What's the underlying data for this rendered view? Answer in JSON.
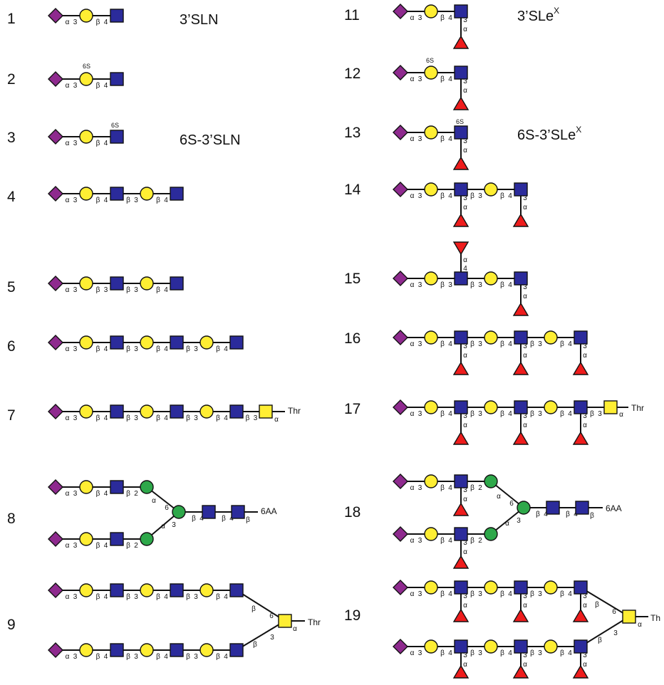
{
  "colors": {
    "NeuAc": "#8e2a8e",
    "Gal": "#ffee33",
    "GlcNAc": "#2b2b9b",
    "Man": "#2ea84a",
    "Fuc": "#ee1c1c",
    "GalNAc": "#ffee33"
  },
  "icons": {
    "NeuAc": "purple-diamond-icon",
    "Gal": "yellow-circle-icon",
    "GlcNAc": "blue-square-icon",
    "Man": "green-circle-icon",
    "Fuc": "red-triangle-icon",
    "GalNAc": "yellow-square-icon"
  },
  "labels": {
    "n1": "1",
    "n2": "2",
    "n3": "3",
    "n4": "4",
    "n5": "5",
    "n6": "6",
    "n7": "7",
    "n8": "8",
    "n9": "9",
    "n11": "11",
    "n12": "12",
    "n13": "13",
    "n14": "14",
    "n15": "15",
    "n16": "16",
    "n17": "17",
    "n18": "18",
    "n19": "19",
    "name1": "3’SLN",
    "name3": "6S-3’SLN",
    "name11": "3’SLe",
    "name11_sup": "X",
    "name13": "6S-3’SLe",
    "name13_sup": "X",
    "mod_6s": "6S",
    "thr": "Thr",
    "thr_cut": "Th",
    "aa": "6AA"
  }
}
